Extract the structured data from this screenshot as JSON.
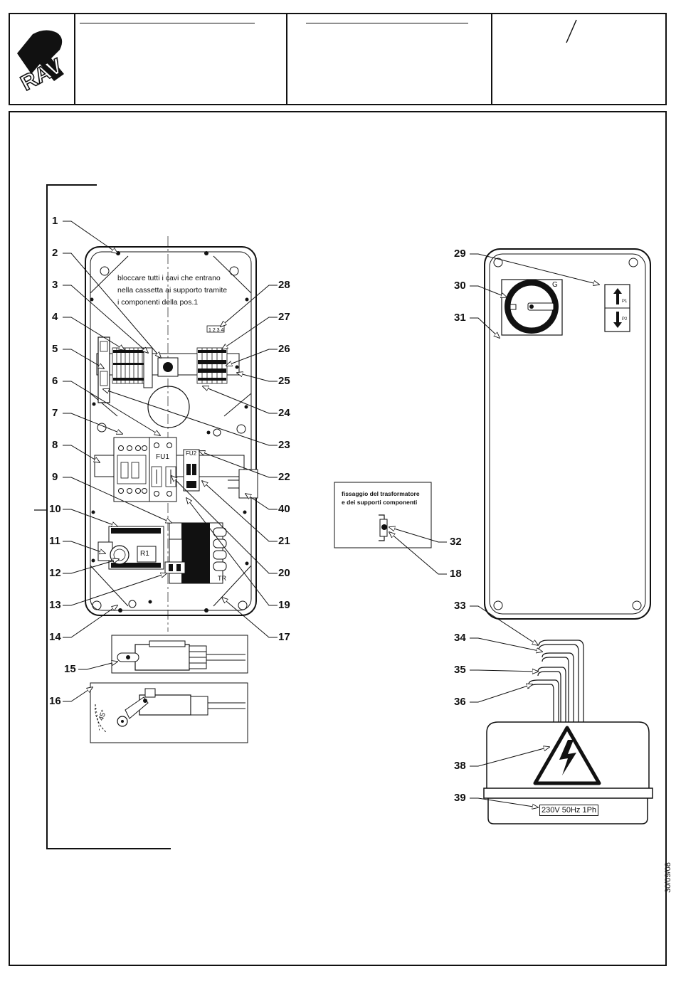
{
  "header": {
    "logo_text": "RAV"
  },
  "panel_note": {
    "line1": "bloccare tutti i cavi che entrano",
    "line2": "nella cassetta ai supporto tramite",
    "line3": "i componenti della pos.1"
  },
  "fixing_note": {
    "line1": "fissaggio del trasformatore",
    "line2": "e dei supporti componenti"
  },
  "component_labels": {
    "fu1": "FU1",
    "fu2": "FU2",
    "r1": "R1",
    "tr": "TR",
    "switch_g": "G",
    "p1": "P1",
    "p2": "P2",
    "angle": "45°"
  },
  "rating": "230V 50Hz 1Ph",
  "date_code": "30/09/08",
  "callouts": {
    "c1": "1",
    "c2": "2",
    "c3": "3",
    "c4": "4",
    "c5": "5",
    "c6": "6",
    "c7": "7",
    "c8": "8",
    "c9": "9",
    "c10": "10",
    "c11": "11",
    "c12": "12",
    "c13": "13",
    "c14": "14",
    "c15": "15",
    "c16": "16",
    "c17": "17",
    "c18": "18",
    "c19": "19",
    "c20": "20",
    "c21": "21",
    "c22": "22",
    "c23": "23",
    "c24": "24",
    "c25": "25",
    "c26": "26",
    "c27": "27",
    "c28": "28",
    "c29": "29",
    "c30": "30",
    "c31": "31",
    "c32": "32",
    "c33": "33",
    "c34": "34",
    "c35": "35",
    "c36": "36",
    "c38": "38",
    "c39": "39",
    "c40": "40"
  }
}
